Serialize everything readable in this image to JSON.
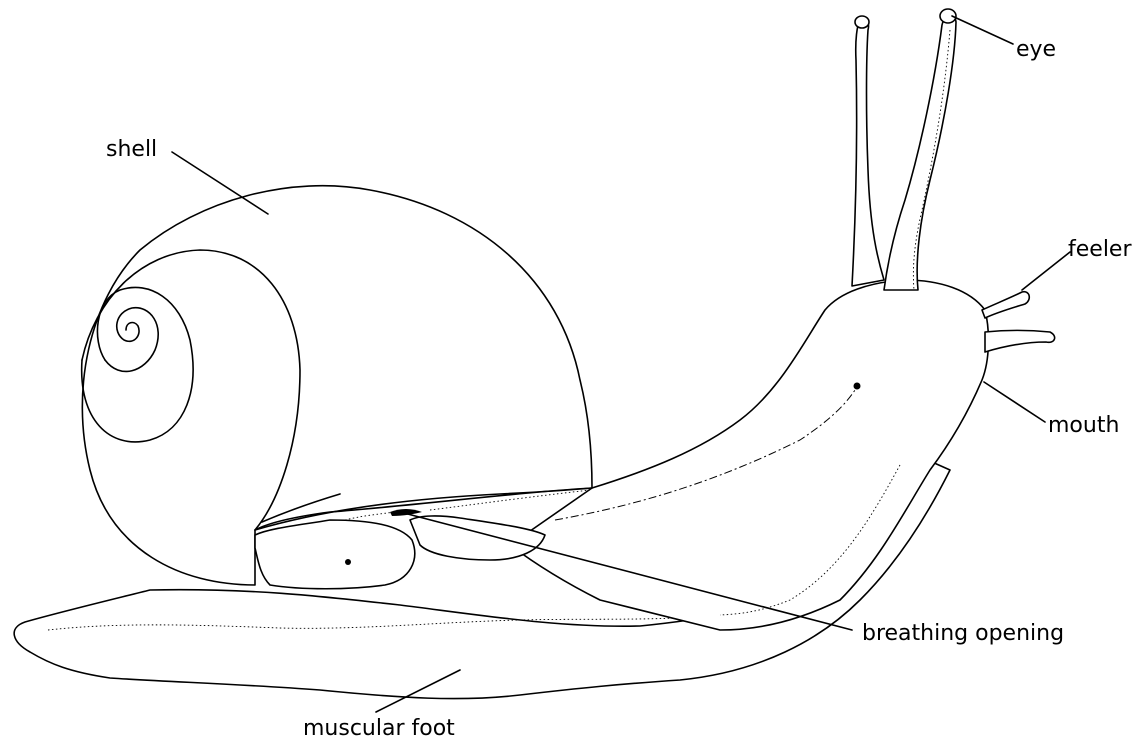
{
  "labels": {
    "shell": "shell",
    "eye": "eye",
    "feeler": "feeler",
    "mouth": "mouth",
    "breathing_opening": "breathing opening",
    "muscular_foot": "muscular foot"
  },
  "colors": {
    "line": "#000000",
    "background": "#ffffff"
  }
}
